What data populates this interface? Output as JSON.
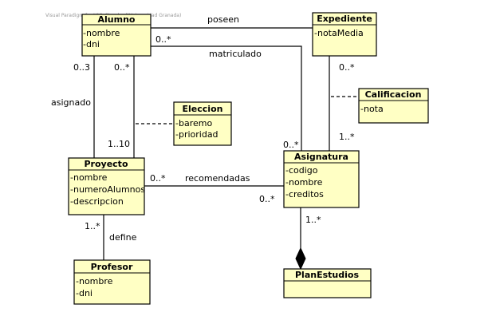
{
  "watermark": "Visual Paradigm for UML Standard(Universidad Granada)",
  "colors": {
    "class_fill": "#ffffc4",
    "class_stroke": "#000000",
    "line": "#000000"
  },
  "classes": {
    "alumno": {
      "name": "Alumno",
      "attrs": [
        "-nombre",
        "-dni"
      ]
    },
    "expediente": {
      "name": "Expediente",
      "attrs": [
        "-notaMedia"
      ]
    },
    "eleccion": {
      "name": "Eleccion",
      "attrs": [
        "-baremo",
        "-prioridad"
      ]
    },
    "calificacion": {
      "name": "Calificacion",
      "attrs": [
        "-nota"
      ]
    },
    "proyecto": {
      "name": "Proyecto",
      "attrs": [
        "-nombre",
        "-numeroAlumnos",
        "-descripcion"
      ]
    },
    "asignatura": {
      "name": "Asignatura",
      "attrs": [
        "-codigo",
        "-nombre",
        "-creditos"
      ]
    },
    "profesor": {
      "name": "Profesor",
      "attrs": [
        "-nombre",
        "-dni"
      ]
    },
    "planestudios": {
      "name": "PlanEstudios",
      "attrs": []
    }
  },
  "associations": {
    "poseen": {
      "label": "poseen"
    },
    "matriculado": {
      "label": "matriculado",
      "mult_alumno": "0..*",
      "mult_asignatura": "0..*"
    },
    "asignado": {
      "label": "asignado",
      "mult_alumno": "0..3"
    },
    "eleccion_assoc": {
      "mult_alumno": "0..*",
      "mult_proyecto": "1..10"
    },
    "recomendadas": {
      "label": "recomendadas",
      "mult_proyecto": "0..*",
      "mult_asignatura": "0..*"
    },
    "calificacion_assoc": {
      "mult_expediente": "0..*",
      "mult_asignatura": "1..*"
    },
    "define": {
      "label": "define",
      "mult_proyecto": "1..*"
    },
    "composition": {
      "mult_asignatura": "1..*"
    }
  }
}
